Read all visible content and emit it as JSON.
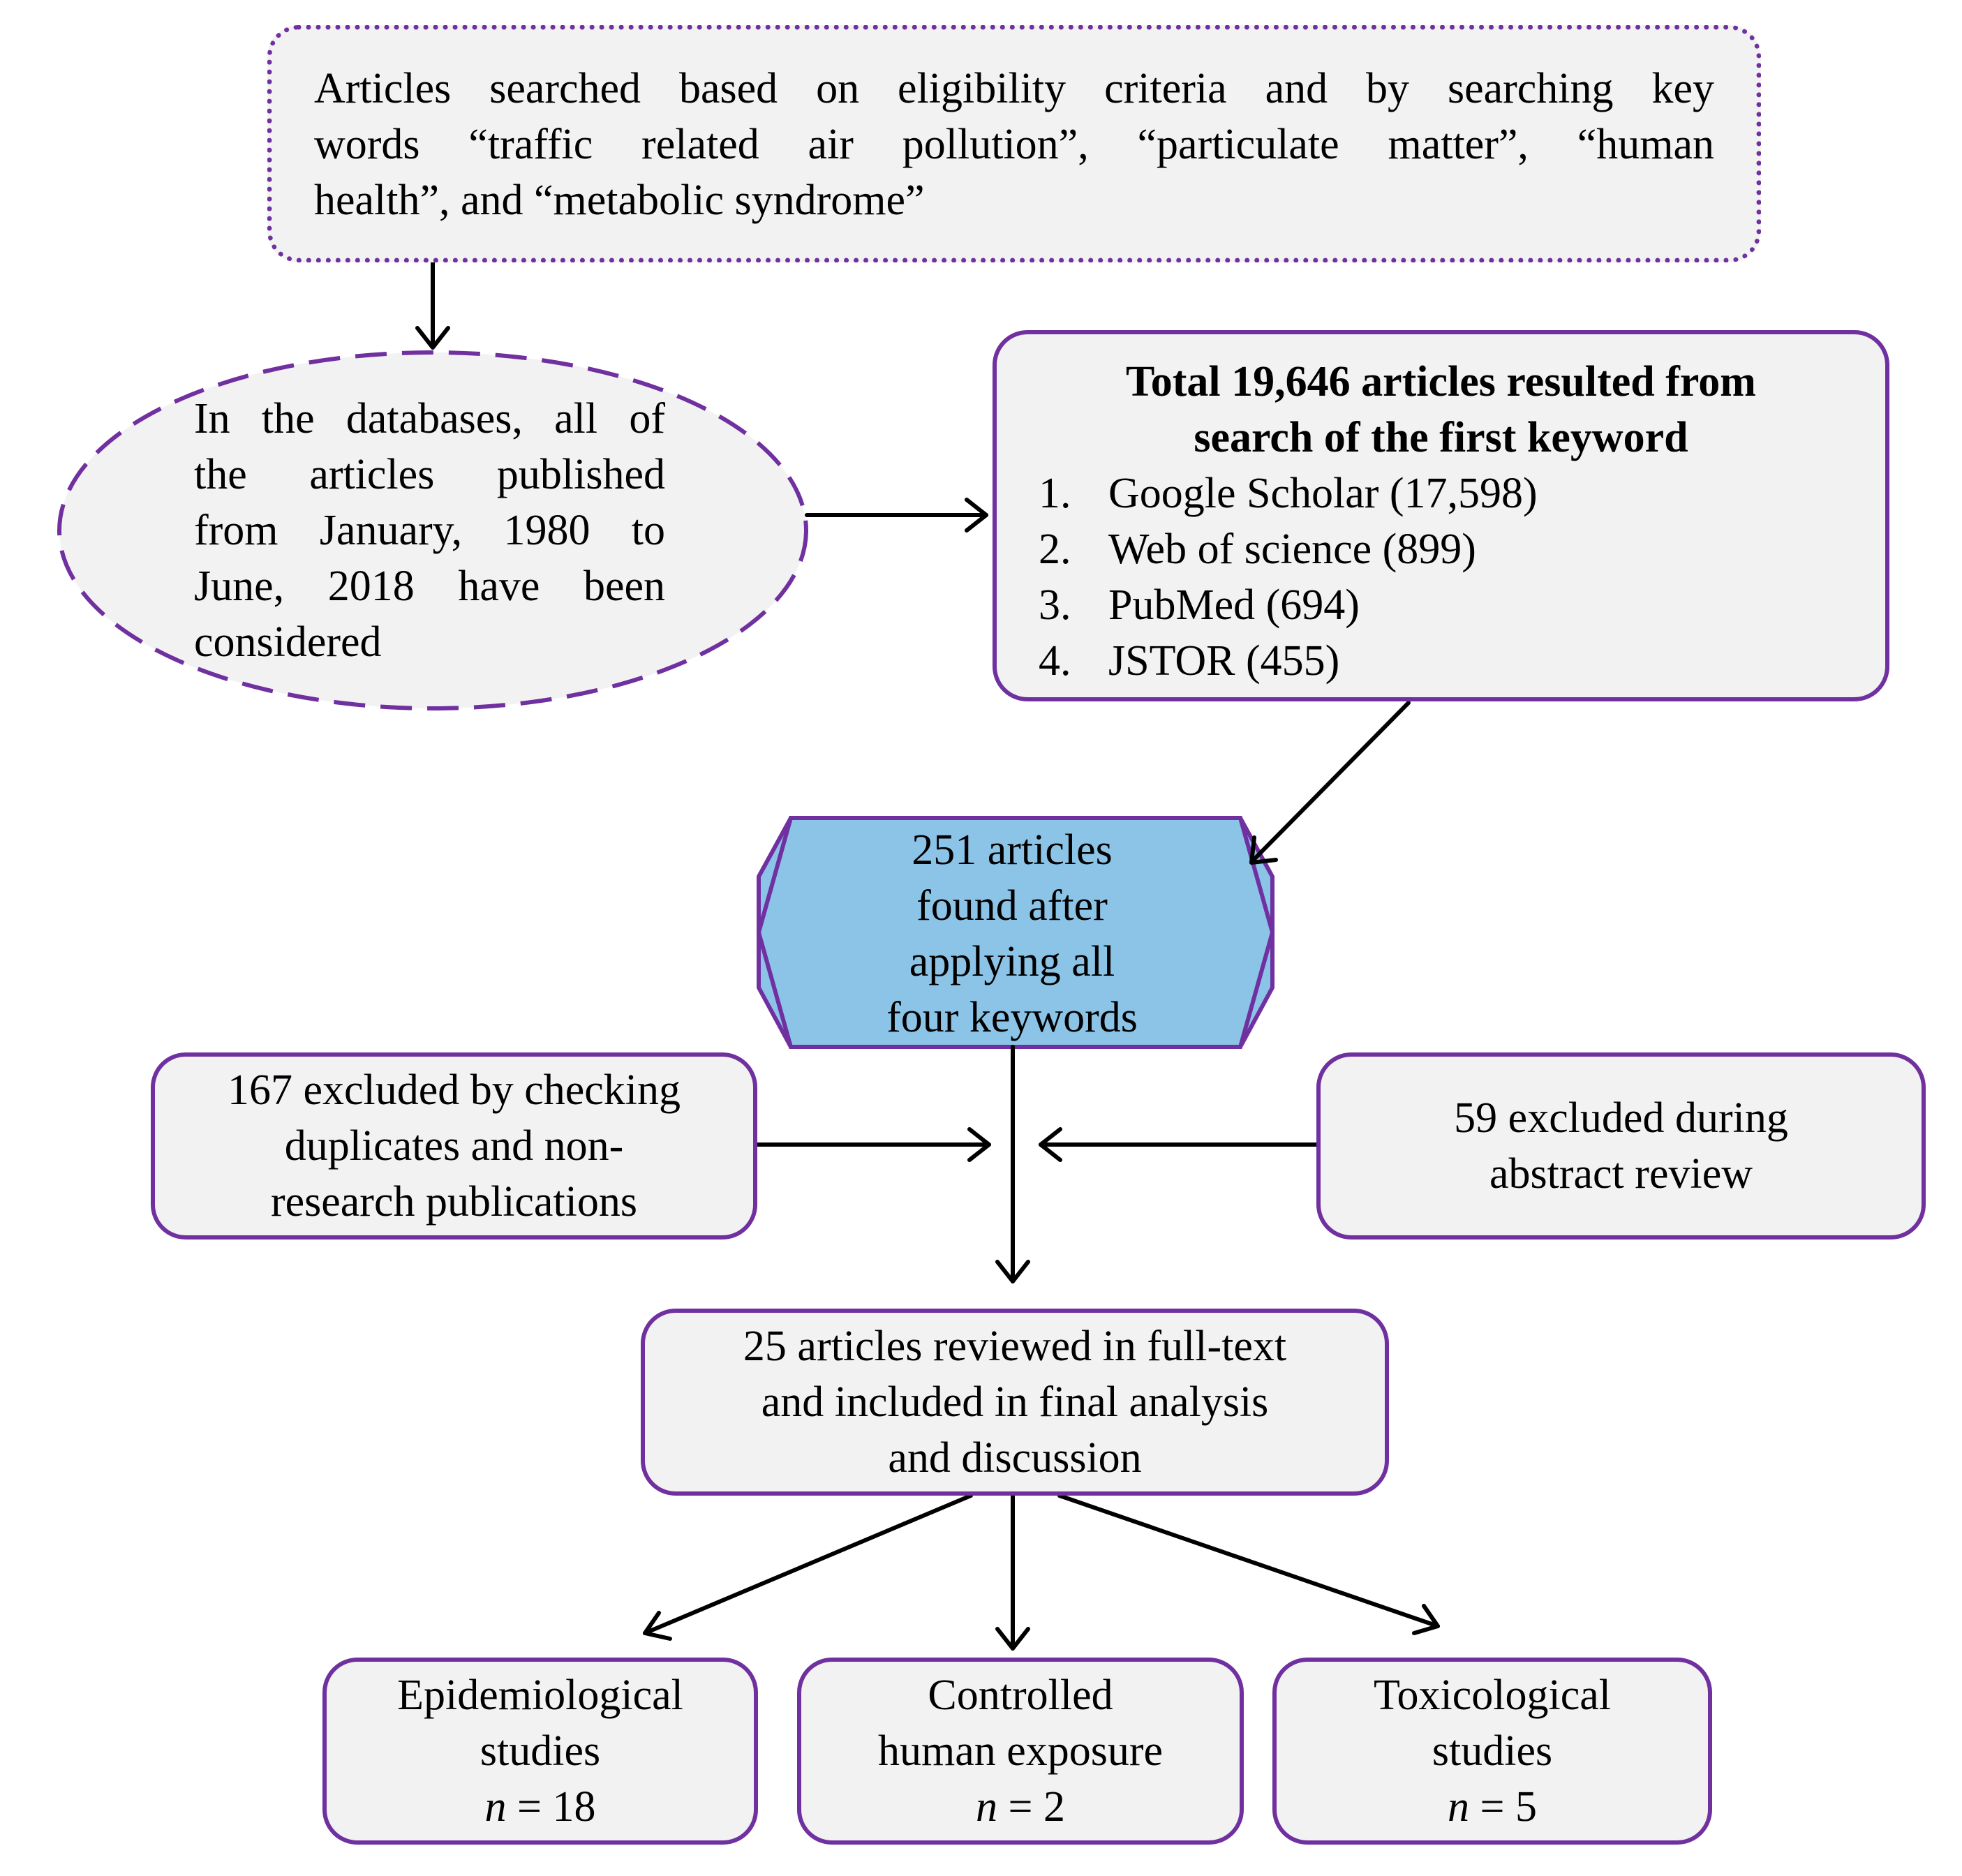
{
  "search_box": {
    "lines": [
      "Articles searched based on eligibility criteria and by searching key",
      "words “traffic related air pollution”, “particulate matter”, “human",
      "health”, and “metabolic syndrome”"
    ]
  },
  "database_ellipse": {
    "lines": [
      "In the databases, all of",
      "the articles published",
      "from January, 1980 to",
      "June, 2018 have been",
      "considered"
    ]
  },
  "total_box": {
    "title_lines": [
      "Total 19,646 articles resulted from",
      "search of the first keyword"
    ],
    "items": [
      {
        "num": "1.",
        "label": "Google Scholar  (17,598)"
      },
      {
        "num": "2.",
        "label": "Web of science (899)"
      },
      {
        "num": "3.",
        "label": "PubMed  (694)"
      },
      {
        "num": "4.",
        "label": "JSTOR (455)"
      }
    ]
  },
  "hexagon": {
    "lines": [
      "251 articles",
      "found after",
      "applying all",
      "four keywords"
    ],
    "fill": "#8cc4e8"
  },
  "excluded_duplicates": {
    "lines": [
      "167 excluded by checking",
      "duplicates and non-",
      "research publications"
    ]
  },
  "excluded_abstract": {
    "lines": [
      "59 excluded  during",
      "abstract review"
    ]
  },
  "full_text_box": {
    "lines": [
      "25 articles reviewed in full-text",
      "and included in final analysis",
      "and discussion"
    ]
  },
  "categories": [
    {
      "lines": [
        "Epidemiological",
        "studies"
      ],
      "n_label": "n",
      "n_value": " = 18"
    },
    {
      "lines": [
        "Controlled",
        "human exposure"
      ],
      "n_label": "n",
      "n_value": " = 2"
    },
    {
      "lines": [
        "Toxicological",
        "studies"
      ],
      "n_label": "n",
      "n_value": " = 5"
    }
  ],
  "colors": {
    "border": "#7030a0",
    "box_fill": "#f2f2f2",
    "hexagon_fill": "#8cc4e8",
    "arrow": "#000000"
  }
}
